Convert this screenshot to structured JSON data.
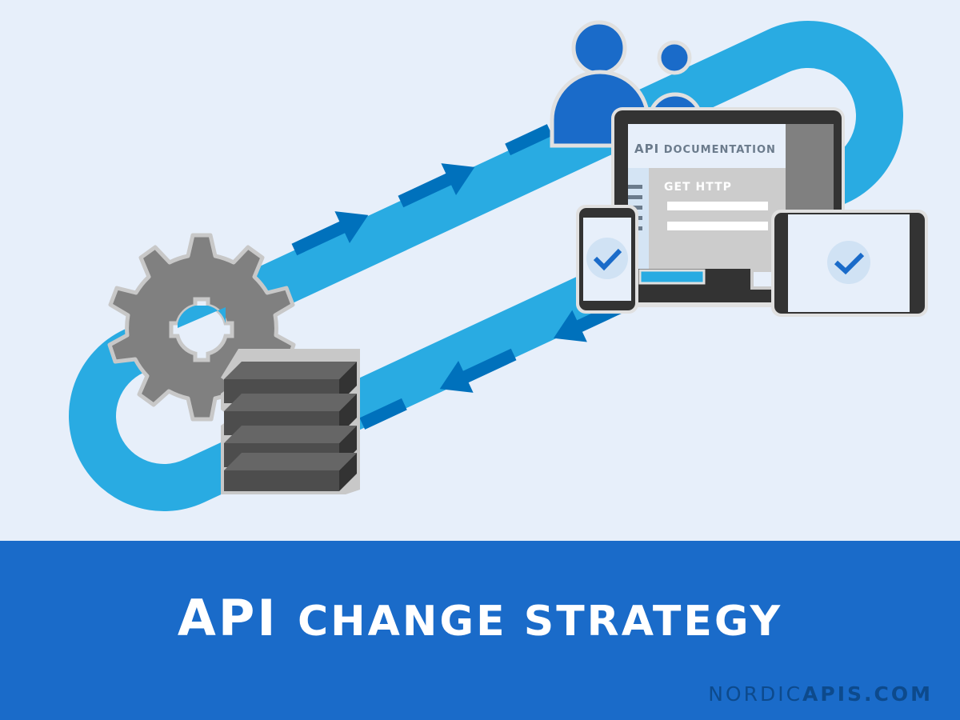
{
  "illustration": {
    "documentation_panel": {
      "heading_prefix": "API",
      "heading_rest": "DOCUMENTATION",
      "endpoint_label": "GET HTTP"
    },
    "icons": [
      "users-icon",
      "monitor-icon",
      "phone-icon",
      "tablet-icon",
      "check-icon",
      "gear-icon",
      "server-stack-icon",
      "loop-arrows-icon"
    ],
    "colors": {
      "background": "#e7effa",
      "track": "#29abe2",
      "arrow": "#0071bc",
      "user": "#1a6bc9",
      "device_frame": "#333333",
      "gear": "#808080",
      "server": "#4d4d4d",
      "band": "#1a6bc9"
    }
  },
  "banner": {
    "title_prefix": "API",
    "title_rest": "CHANGE STRATEGY",
    "site_regular": "NORDIC",
    "site_bold": "APIS.COM"
  }
}
